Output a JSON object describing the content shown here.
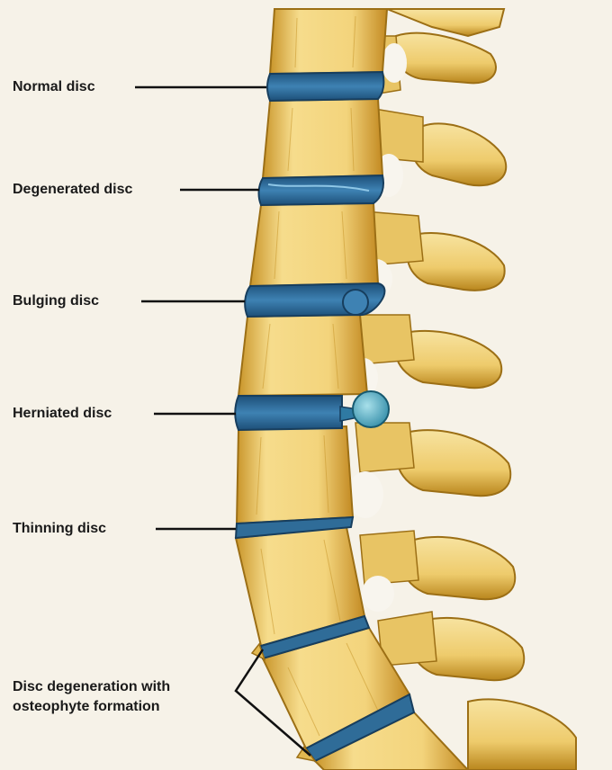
{
  "diagram": {
    "labels": {
      "normal": "Normal disc",
      "degenerated": "Degenerated disc",
      "bulging": "Bulging disc",
      "herniated": "Herniated disc",
      "thinning": "Thinning disc",
      "osteophyte_line1": "Disc degeneration with",
      "osteophyte_line2": "osteophyte formation"
    },
    "colors": {
      "background": "#f6f2e8",
      "bone": "#f1d27a",
      "bone_shadow": "#b9861d",
      "disc": "#2f6c98",
      "disc_light": "#6fb3d6",
      "line": "#111111"
    }
  }
}
